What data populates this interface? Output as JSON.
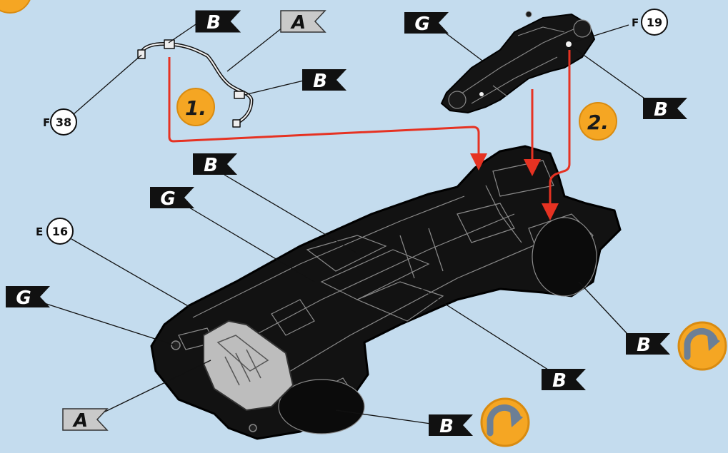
{
  "colors": {
    "background": "#c4dcee",
    "flag_dark": "#111111",
    "flag_light": "#c9c9c9",
    "arrow_red": "#e63222",
    "step_orange": "#f5a623",
    "chassis": "#121212",
    "chassis_line": "#8a8a8a",
    "tank": "#bdbdbd"
  },
  "steps": {
    "step1": "1.",
    "step2": "2."
  },
  "refs": {
    "ref_f38": {
      "letter": "F",
      "number": "38"
    },
    "ref_f19": {
      "letter": "F",
      "number": "19"
    },
    "ref_e16": {
      "letter": "E",
      "number": "16"
    }
  },
  "flags": {
    "f1": "B",
    "f2": "A",
    "f3": "B",
    "f4": "G",
    "f5": "B",
    "f6": "B",
    "f7": "G",
    "f8": "G",
    "f9": "B",
    "f10": "B",
    "f11": "A",
    "f12": "B"
  },
  "icons": {
    "rotate_right": "rotate-arrow-icon",
    "rotate_bottom": "rotate-arrow-icon"
  }
}
